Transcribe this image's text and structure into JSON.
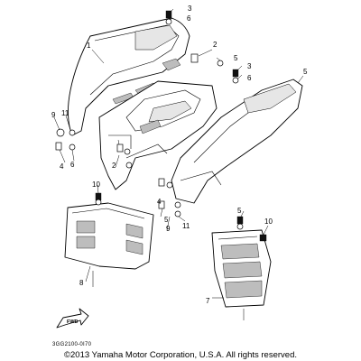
{
  "callouts": {
    "c1": "1",
    "c2a": "2",
    "c2b": "2",
    "c3a": "3",
    "c3b": "3",
    "c4a": "4",
    "c4b": "4",
    "c5a": "5",
    "c5b": "5",
    "c5c": "5",
    "c5d": "5",
    "c6a": "6",
    "c6b": "6",
    "c6c": "6",
    "c7": "7",
    "c8": "8",
    "c9a": "9",
    "c9b": "9",
    "c10a": "10",
    "c10b": "10",
    "c11a": "11",
    "c11b": "11"
  },
  "front_arrow": "FWD",
  "diagram_code": "3GG2100-0I70",
  "copyright": "©2013 Yamaha Motor Corporation, U.S.A. All rights reserved."
}
